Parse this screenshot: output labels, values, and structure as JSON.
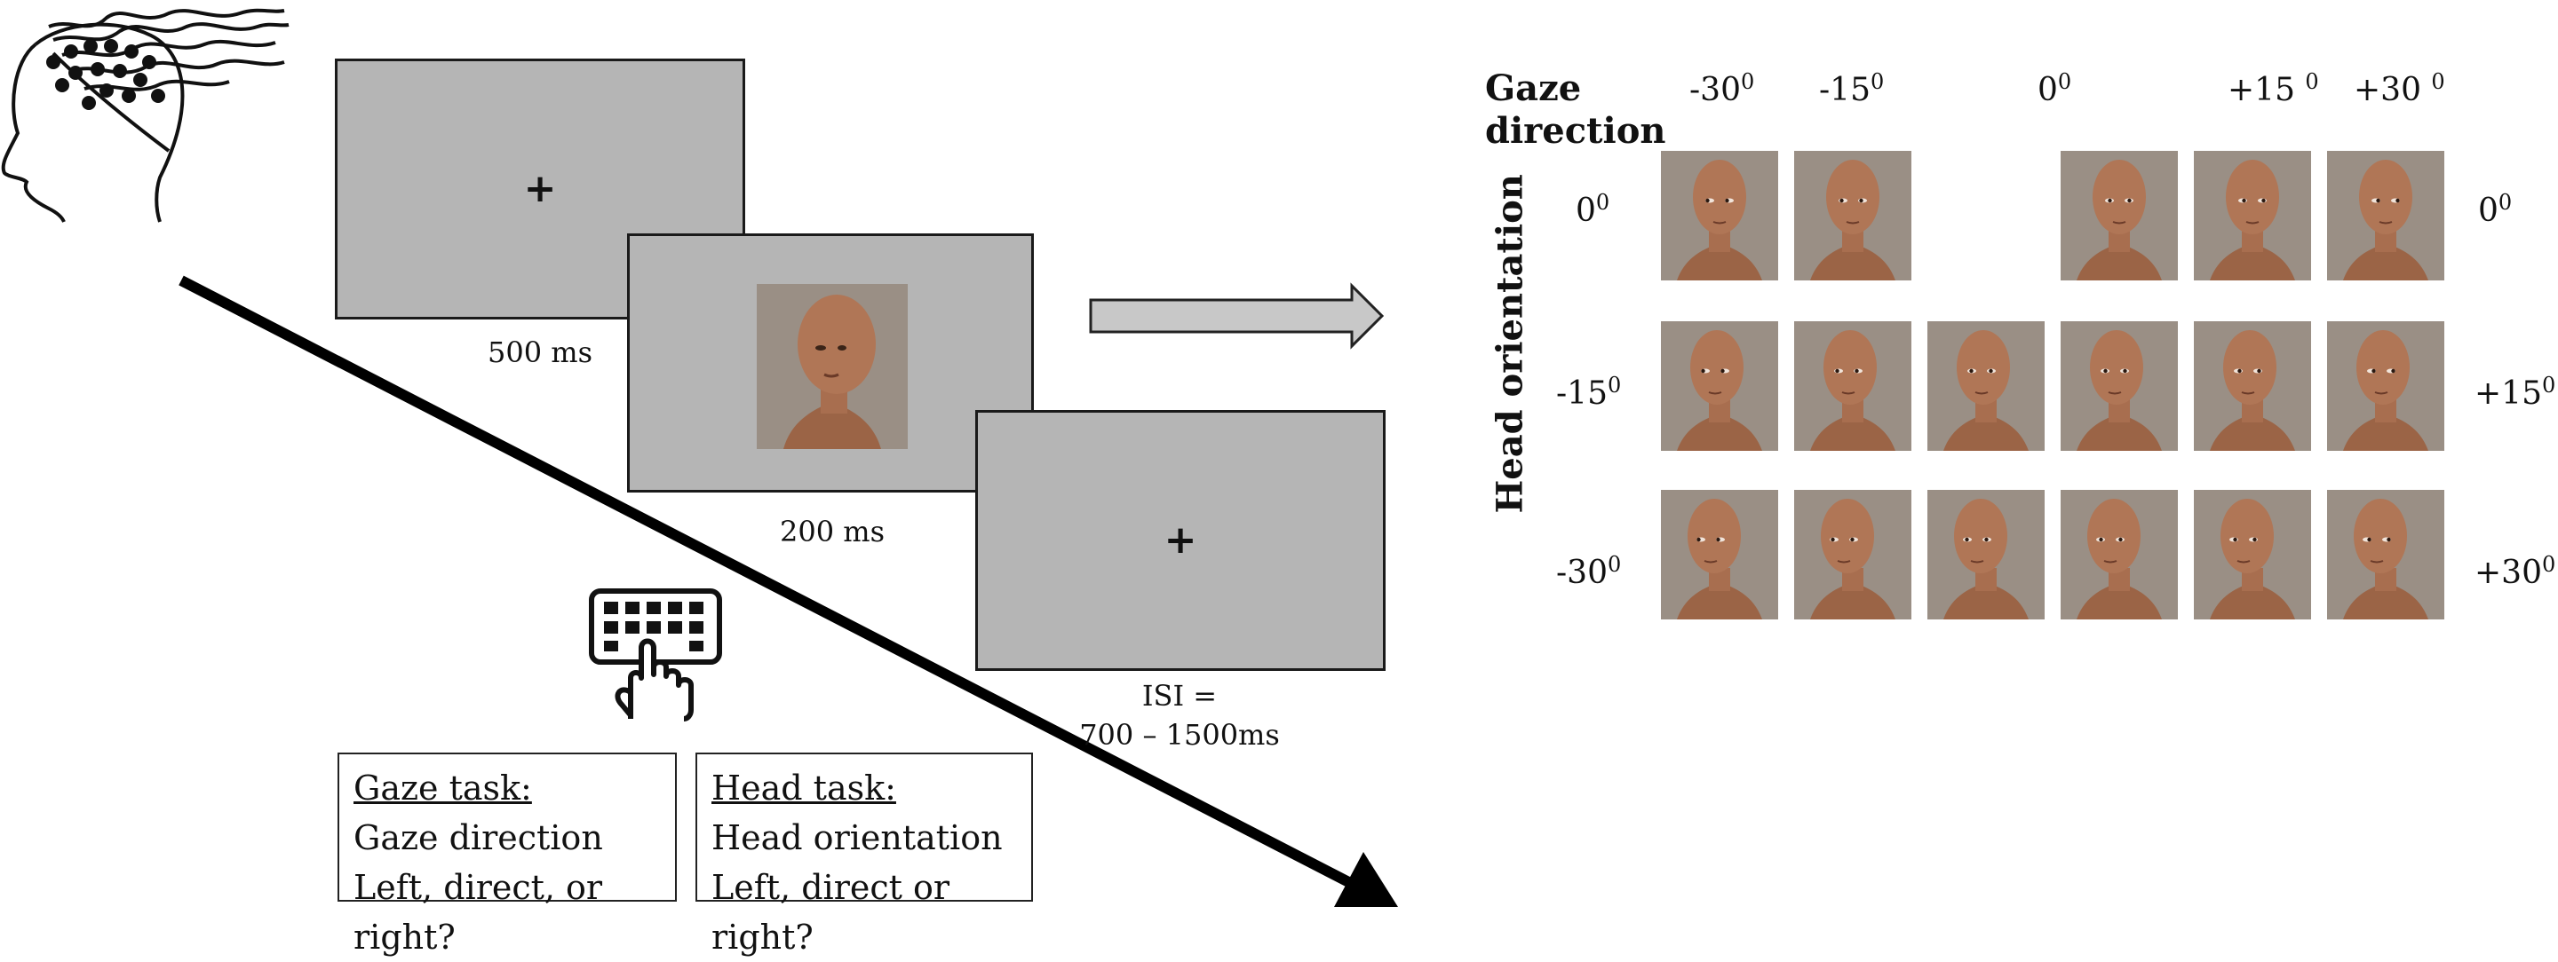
{
  "paradigm": {
    "screen_fixation_1": {
      "symbol": "+",
      "duration": "500 ms"
    },
    "screen_face": {
      "duration": "200 ms"
    },
    "screen_fixation_2": {
      "symbol": "+",
      "isi_line1": "ISI =",
      "isi_line2": "700 – 1500ms"
    }
  },
  "tasks": {
    "gaze": {
      "title": "Gaze task:",
      "line1": "Gaze direction",
      "line2": "Left, direct, or right?"
    },
    "head": {
      "title": "Head task:",
      "line1": "Head orientation",
      "line2": "Left, direct or right?"
    }
  },
  "grid": {
    "gaze_axis_label_1": "Gaze",
    "gaze_axis_label_2": "direction",
    "head_axis_label": "Head orientation",
    "gaze_columns": [
      {
        "base": "-30",
        "sup": "0"
      },
      {
        "base": "-15",
        "sup": "0"
      },
      {
        "base": "0",
        "sup": "0"
      },
      {
        "base": "+15 ",
        "sup": "0"
      },
      {
        "base": "+30 ",
        "sup": "0"
      }
    ],
    "rows_left": [
      {
        "base": "0",
        "sup": "0"
      },
      {
        "base": "-15",
        "sup": "0"
      },
      {
        "base": "-30",
        "sup": "0"
      }
    ],
    "rows_right": [
      {
        "base": "0",
        "sup": "0"
      },
      {
        "base": "+15",
        "sup": "0"
      },
      {
        "base": "+30",
        "sup": "0"
      }
    ]
  },
  "icons": [
    "eeg-head-icon",
    "keyboard-hand-icon",
    "timeline-arrow",
    "flow-arrow"
  ],
  "colors": {
    "screen_gray": "#b5b5b5",
    "face_bg": "#9a8f85",
    "skin": "#b07656"
  }
}
